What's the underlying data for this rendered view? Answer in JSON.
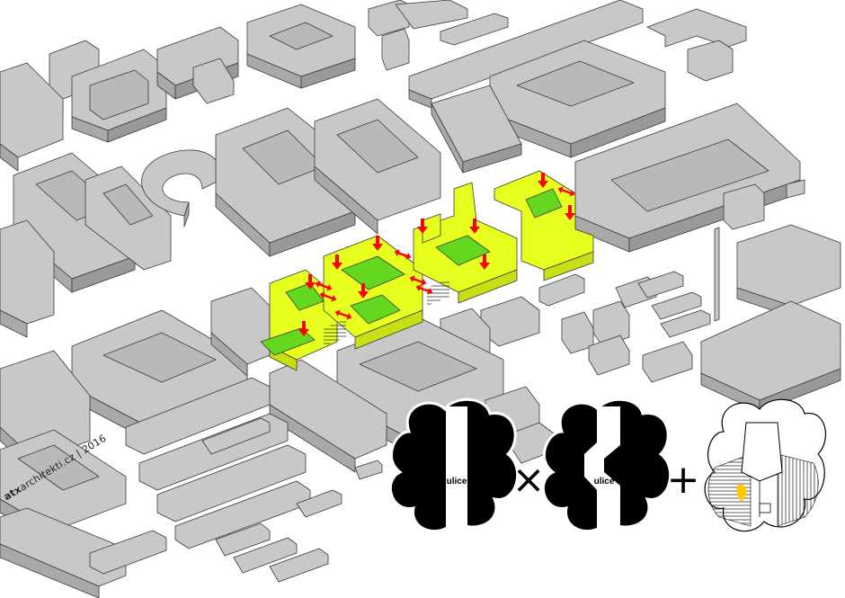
{
  "credit": {
    "brand": "atx",
    "site": "architekti.cz",
    "sep": " | ",
    "year": "2016"
  },
  "legend": {
    "street_label_1": "ulice",
    "street_label_2": "ulice",
    "operator_times": "×",
    "operator_plus": "+"
  },
  "colors": {
    "building_top": "#c8c8c8",
    "building_side": "#a9a9a9",
    "courtyard": "#b9b9b9",
    "highlight_block": "#e6ff1f",
    "highlight_courtyard": "#63d81f",
    "arrow": "#ff0000",
    "outline": "#3a3a3a",
    "accent_yellow": "#ffcc00"
  },
  "icons": [
    "arrow-down-icon",
    "arrow-double-icon",
    "cloud-street-icon",
    "cloud-crossed-street-icon",
    "cloud-courtyard-icon"
  ]
}
